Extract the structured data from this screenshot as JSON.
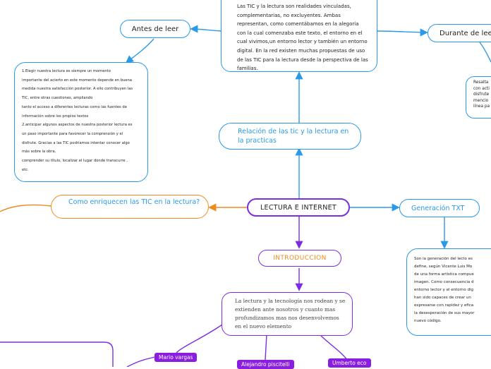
{
  "center": "LECTURA E INTERNET",
  "intro": {
    "title": "INTRODUCCION",
    "body": "La lectura y la tecnología nos rodean y se extienden ante nosotros y cuanto mas profundizamos mas nos desenvolvemos en el nuevo elemento",
    "tags": [
      "Mario vargas",
      "Alejandro piscitelli",
      "Umberto eco"
    ]
  },
  "relacion": {
    "title": "Relación de las tic y la lectura en la practicas",
    "body": "Las TIC y la lectura son realidades vinculadas, complementarias, no excluyentes. Ambas representan, como comentábamos en la alegoría con la cual comenzaba este texto, el entorno en el cual vivimos,un entorno lector y también un entorno digital. En la red existen muchas propuestas de uso de las TIC para la lectura desde la perspectiva de las familias."
  },
  "antes": {
    "title": "Antes de leer",
    "lines": [
      "1.Elegir nuestra lectura es siempre un momento",
      "importante del acierto en este momento depende en buena",
      "medida nuestra satisfacción posterior. A ello contribuyen las",
      "TIC, entre otras cuestiones, ampliando",
      "tanto el acceso a diferentes lecturas como las fuentes de",
      "información sobre los propios textos",
      "2.anticipar algunos aspectos de nuestra posterior lectura es",
      "un paso importante para favorecer la comprensión y el",
      "disfrute. Gracias a las TIC podríamos intentar conocer algo",
      "más sobre la obra,",
      "comprender su título, localizar el lugar donde transcurre ,",
      "etc."
    ]
  },
  "durante": {
    "title": "Durante de leer",
    "lines": [
      "Resalta",
      "con acti",
      "disfrute",
      "mencio",
      "línea pa"
    ]
  },
  "generacion": {
    "title": "Generación TXT",
    "lines": [
      "Son la generación del lecto es",
      "define, según Vicente Luis Mo",
      "de una forma artística compue",
      "imagen. Como consecuencia d",
      "entorno lector y el entorno dig",
      "han sido capaces de crear un",
      "expresarse con rapidez y efica",
      "la desesperación de sus mayor",
      "nuevo código."
    ]
  },
  "enriquecen": {
    "title": "Como enriquecen las TIC en la lectura?"
  },
  "colors": {
    "purple": "#7b2ee0",
    "blue": "#2a9ae8",
    "orange": "#f08a1e",
    "tag": "#8a1ee0"
  }
}
